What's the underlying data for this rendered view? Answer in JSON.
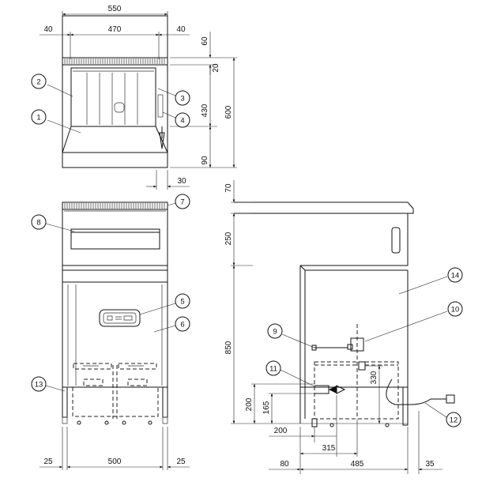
{
  "top_view": {
    "dims": {
      "overall_width": "550",
      "inner_width": "470",
      "left_margin": "40",
      "right_margin": "40",
      "top_60": "60",
      "top_20": "20",
      "depth_430": "430",
      "depth_600": "600",
      "bottom_90": "90",
      "offset_30": "30"
    }
  },
  "front_view": {
    "dims": {
      "left_25": "25",
      "width_500": "500",
      "right_25": "25"
    }
  },
  "side_view": {
    "dims": {
      "h_70": "70",
      "h_250": "250",
      "h_850": "850",
      "h_330": "330",
      "h_200": "200",
      "h_165": "165",
      "w_200": "200",
      "w_315": "315",
      "w_80": "80",
      "w_485": "485",
      "w_35": "35"
    }
  },
  "callouts": [
    "1",
    "2",
    "3",
    "4",
    "5",
    "6",
    "7",
    "8",
    "9",
    "10",
    "11",
    "12",
    "13",
    "14"
  ],
  "colors": {
    "line": "#111111",
    "background": "#ffffff"
  }
}
